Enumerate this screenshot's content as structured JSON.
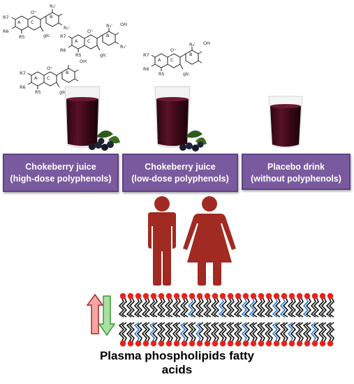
{
  "groups": [
    {
      "line1": "Chokeberry juice",
      "line2": "(high-dose polyphenols)"
    },
    {
      "line1": "Chokeberry juice",
      "line2": "(low-dose polyphenols)"
    },
    {
      "line1": "Placebo drink",
      "line2": "(without polyphenols)"
    }
  ],
  "molecule": {
    "ring_a": "A",
    "ring_b": "B",
    "ring_c": "C",
    "r3p": "R₃'",
    "r5p": "R₅'",
    "r5": "R5",
    "r6": "R6",
    "r7": "R7",
    "oh": "OH",
    "glc": "glc",
    "oplus": "O⁺"
  },
  "colors": {
    "box_fill": "#7a5a9e",
    "box_border": "#5d4282",
    "human": "#a12a22",
    "arrow_up": "#f2a7a7",
    "arrow_down": "#a7e0a1",
    "head_group": "#e8221c",
    "tail_black": "#111111",
    "tail_blue": "#2b7bd8",
    "juice": "#4a0d1f"
  },
  "icons": [
    "man-icon",
    "woman-icon",
    "glass-icon",
    "berries-icon",
    "up-arrow-icon",
    "down-arrow-icon",
    "membrane-icon"
  ],
  "bottom_title": {
    "line1": "Plasma phospholipids fatty",
    "line2": "acids"
  }
}
